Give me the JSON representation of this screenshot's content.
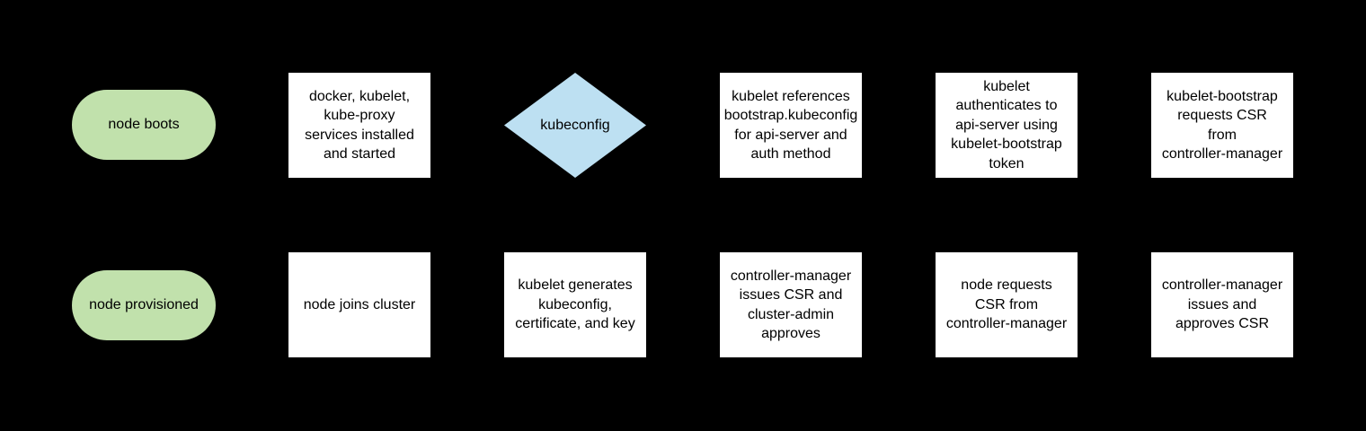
{
  "diagram": {
    "background_color": "#000000",
    "text_color": "#000000",
    "shape_fills": {
      "terminator": "#c1e1ac",
      "process": "#ffffff",
      "decision": "#bde0f2"
    },
    "rows": [
      {
        "nodes": [
          {
            "id": "node-boots",
            "shape": "terminator",
            "fill": "#c1e1ac",
            "label": "node boots"
          },
          {
            "id": "services-installed",
            "shape": "process",
            "fill": "#ffffff",
            "label": "docker, kubelet,\nkube-proxy\nservices installed\nand started"
          },
          {
            "id": "kubeconfig-decision",
            "shape": "decision",
            "fill": "#bde0f2",
            "label": "kubeconfig"
          },
          {
            "id": "kubelet-references-bootstrap-kubeconfig",
            "shape": "process",
            "fill": "#ffffff",
            "label": "kubelet references\nbootstrap.kubeconfig\nfor api-server and\nauth method"
          },
          {
            "id": "kubelet-authenticates",
            "shape": "process",
            "fill": "#ffffff",
            "label": "kubelet\nauthenticates to\napi-server using\nkubelet-bootstrap\ntoken"
          },
          {
            "id": "kubelet-bootstrap-requests-csr",
            "shape": "process",
            "fill": "#ffffff",
            "label": "kubelet-bootstrap\nrequests CSR\nfrom\ncontroller-manager"
          }
        ]
      },
      {
        "nodes": [
          {
            "id": "node-provisioned",
            "shape": "terminator",
            "fill": "#c1e1ac",
            "label": "node provisioned"
          },
          {
            "id": "node-joins-cluster",
            "shape": "process",
            "fill": "#ffffff",
            "label": "node joins cluster"
          },
          {
            "id": "kubelet-generates-kubeconfig",
            "shape": "process",
            "fill": "#ffffff",
            "label": "kubelet generates\nkubeconfig,\ncertificate, and key"
          },
          {
            "id": "controller-manager-issues-csr-cluster-admin-approves",
            "shape": "process",
            "fill": "#ffffff",
            "label": "controller-manager\nissues CSR and\ncluster-admin\napproves"
          },
          {
            "id": "node-requests-csr",
            "shape": "process",
            "fill": "#ffffff",
            "label": "node requests\nCSR from\ncontroller-manager"
          },
          {
            "id": "controller-manager-issues-approves-csr",
            "shape": "process",
            "fill": "#ffffff",
            "label": "controller-manager\nissues and\napproves CSR"
          }
        ]
      }
    ]
  }
}
